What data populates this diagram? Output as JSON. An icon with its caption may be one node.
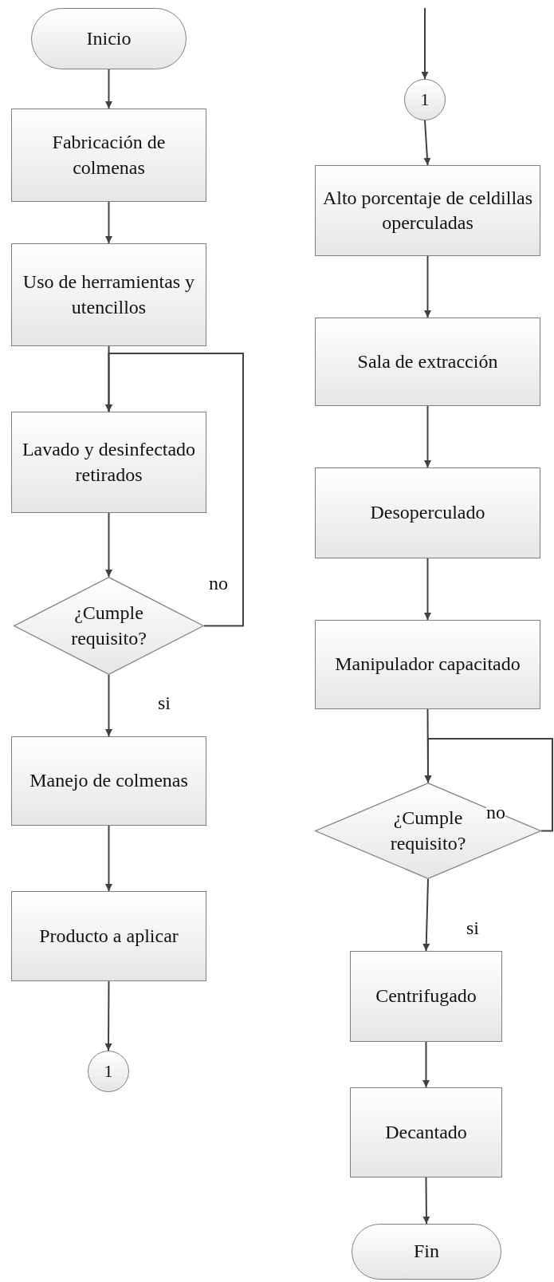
{
  "diagram": {
    "nodes": [
      {
        "text": [
          "Inicio"
        ]
      },
      {
        "text": [
          "Fabricación de colmenas"
        ]
      },
      {
        "text": [
          "Uso de herramientas y utencillos"
        ]
      },
      {
        "text": [
          "Lavado y desinfectado retirados"
        ]
      },
      {
        "text": [
          "¿Cumple requisito?"
        ]
      },
      {
        "text": [
          "Manejo de colmenas"
        ]
      },
      {
        "text": [
          "Producto a aplicar"
        ]
      },
      {
        "text": [
          "1"
        ]
      },
      {
        "text": [
          "1"
        ]
      },
      {
        "text": [
          "Alto porcentaje de celdillas operculadas"
        ]
      },
      {
        "text": [
          "Sala de extracción"
        ]
      },
      {
        "text": [
          "Desoperculado"
        ]
      },
      {
        "text": [
          "Manipulador capacitado"
        ]
      },
      {
        "text": [
          "¿Cumple requisito?"
        ]
      },
      {
        "text": [
          "Centrifugado"
        ]
      },
      {
        "text": [
          "Decantado"
        ]
      },
      {
        "text": [
          "Fin"
        ]
      }
    ],
    "edges": [
      {
        "from": 0,
        "to": 1,
        "arrow": "to"
      },
      {
        "from": 1,
        "to": 2,
        "arrow": "to"
      },
      {
        "from": 2,
        "to": 3,
        "arrow": "to"
      },
      {
        "from": 3,
        "to": 4,
        "arrow": "to"
      },
      {
        "from": 4,
        "to": 3,
        "arrow": "to",
        "label": "no"
      },
      {
        "from": 4,
        "to": 5,
        "arrow": "to",
        "label": "si"
      },
      {
        "from": 5,
        "to": 6,
        "arrow": "to"
      },
      {
        "from": 6,
        "to": 7,
        "arrow": "to"
      },
      {
        "from": null,
        "to": 8,
        "arrow": "to"
      },
      {
        "from": 8,
        "to": 9,
        "arrow": "to"
      },
      {
        "from": 9,
        "to": 10,
        "arrow": "to"
      },
      {
        "from": 10,
        "to": 11,
        "arrow": "to"
      },
      {
        "from": 11,
        "to": 12,
        "arrow": "to"
      },
      {
        "from": 12,
        "to": 13,
        "arrow": "to"
      },
      {
        "from": 13,
        "to": 13,
        "arrow": "to",
        "label": "no"
      },
      {
        "from": 13,
        "to": 14,
        "arrow": "to",
        "label": "si"
      },
      {
        "from": 14,
        "to": 15,
        "arrow": "to"
      },
      {
        "from": 15,
        "to": 16,
        "arrow": "to"
      }
    ]
  }
}
